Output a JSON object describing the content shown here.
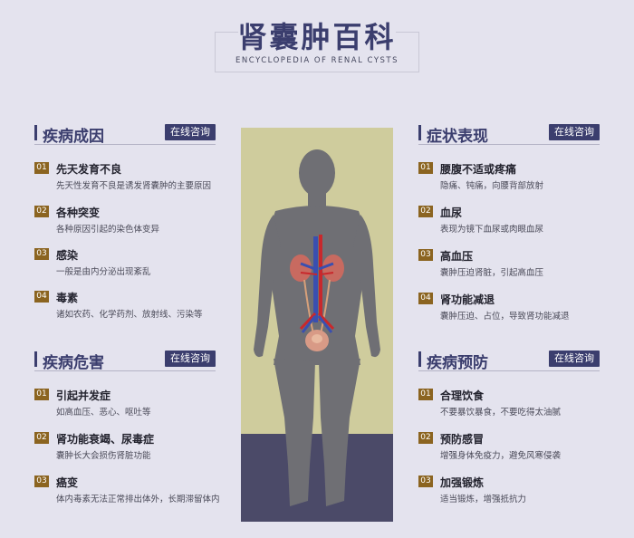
{
  "header": {
    "title": "肾囊肿百科",
    "subtitle": "ENCYCLOPEDIA OF RENAL CYSTS"
  },
  "sections": {
    "causes": {
      "title": "疾病成因",
      "consult": "在线咨询",
      "items": [
        {
          "num": "01",
          "title": "先天发育不良",
          "desc": "先天性发育不良是诱发肾囊肿的主要原因"
        },
        {
          "num": "02",
          "title": "各种突变",
          "desc": "各种原因引起的染色体变异"
        },
        {
          "num": "03",
          "title": "感染",
          "desc": "一般是由内分泌出现紊乱"
        },
        {
          "num": "04",
          "title": "毒素",
          "desc": "诸如农药、化学药剂、放射线、污染等"
        }
      ]
    },
    "harm": {
      "title": "疾病危害",
      "consult": "在线咨询",
      "items": [
        {
          "num": "01",
          "title": "引起并发症",
          "desc": "如高血压、恶心、呕吐等"
        },
        {
          "num": "02",
          "title": "肾功能衰竭、尿毒症",
          "desc": "囊肿长大会损伤肾脏功能"
        },
        {
          "num": "03",
          "title": "癌变",
          "desc": "体内毒素无法正常排出体外，长期滞留体内"
        }
      ]
    },
    "symptoms": {
      "title": "症状表现",
      "consult": "在线咨询",
      "items": [
        {
          "num": "01",
          "title": "腰腹不适或疼痛",
          "desc": "隐痛、钝痛，向腰背部放射"
        },
        {
          "num": "02",
          "title": "血尿",
          "desc": "表现为镜下血尿或肉眼血尿"
        },
        {
          "num": "03",
          "title": "高血压",
          "desc": "囊肿压迫肾脏，引起高血压"
        },
        {
          "num": "04",
          "title": "肾功能减退",
          "desc": "囊肿压迫、占位，导致肾功能减退"
        }
      ]
    },
    "prevention": {
      "title": "疾病预防",
      "consult": "在线咨询",
      "items": [
        {
          "num": "01",
          "title": "合理饮食",
          "desc": "不要暴饮暴食，不要吃得太油腻"
        },
        {
          "num": "02",
          "title": "预防感冒",
          "desc": "增强身体免疫力，避免风寒侵袭"
        },
        {
          "num": "03",
          "title": "加强锻炼",
          "desc": "适当锻炼，增强抵抗力"
        }
      ]
    }
  },
  "figure": {
    "icon": "human-body-kidney-icon",
    "colors": {
      "panel_top": "#cfcc9d",
      "panel_bottom": "#4b4a68",
      "body": "#6f6f74",
      "kidney": "#c86a60",
      "vein": "#3a4fb0",
      "artery": "#c8282c"
    }
  }
}
